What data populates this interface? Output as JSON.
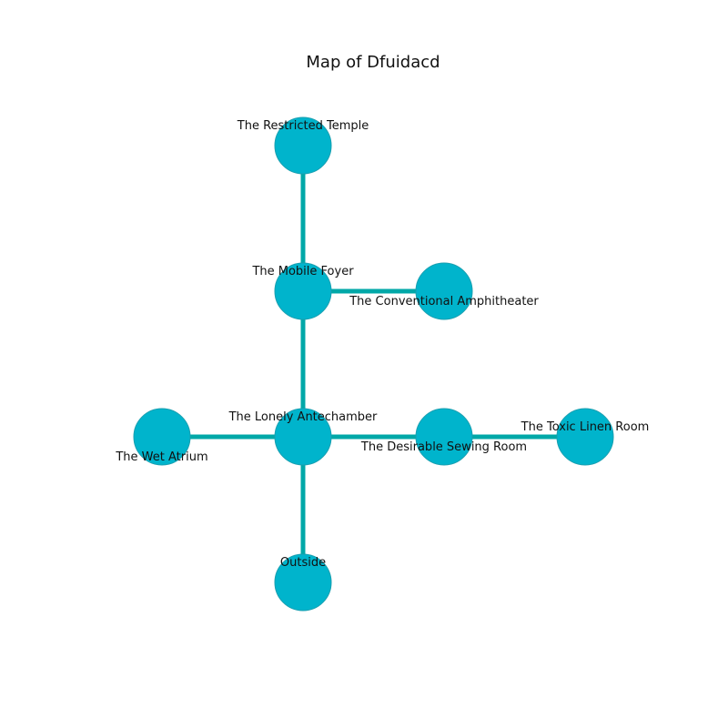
{
  "title": "Map of Dfuidacd",
  "colors": {
    "node": "#00b4cc",
    "node_stroke": "#1a9fb0",
    "edge": "#00a8a8"
  },
  "nodes": [
    {
      "id": "restricted-temple",
      "label": "The Restricted Temple"
    },
    {
      "id": "mobile-foyer",
      "label": "The Mobile Foyer"
    },
    {
      "id": "conventional-amphitheater",
      "label": "The Conventional Amphitheater"
    },
    {
      "id": "lonely-antechamber",
      "label": "The Lonely Antechamber"
    },
    {
      "id": "wet-atrium",
      "label": "The Wet Atrium"
    },
    {
      "id": "desirable-sewing-room",
      "label": "The Desirable Sewing Room"
    },
    {
      "id": "toxic-linen-room",
      "label": "The Toxic Linen Room"
    },
    {
      "id": "outside",
      "label": "Outside"
    }
  ],
  "edges": [
    [
      "restricted-temple",
      "mobile-foyer"
    ],
    [
      "mobile-foyer",
      "conventional-amphitheater"
    ],
    [
      "mobile-foyer",
      "lonely-antechamber"
    ],
    [
      "lonely-antechamber",
      "wet-atrium"
    ],
    [
      "lonely-antechamber",
      "desirable-sewing-room"
    ],
    [
      "desirable-sewing-room",
      "toxic-linen-room"
    ],
    [
      "lonely-antechamber",
      "outside"
    ]
  ]
}
